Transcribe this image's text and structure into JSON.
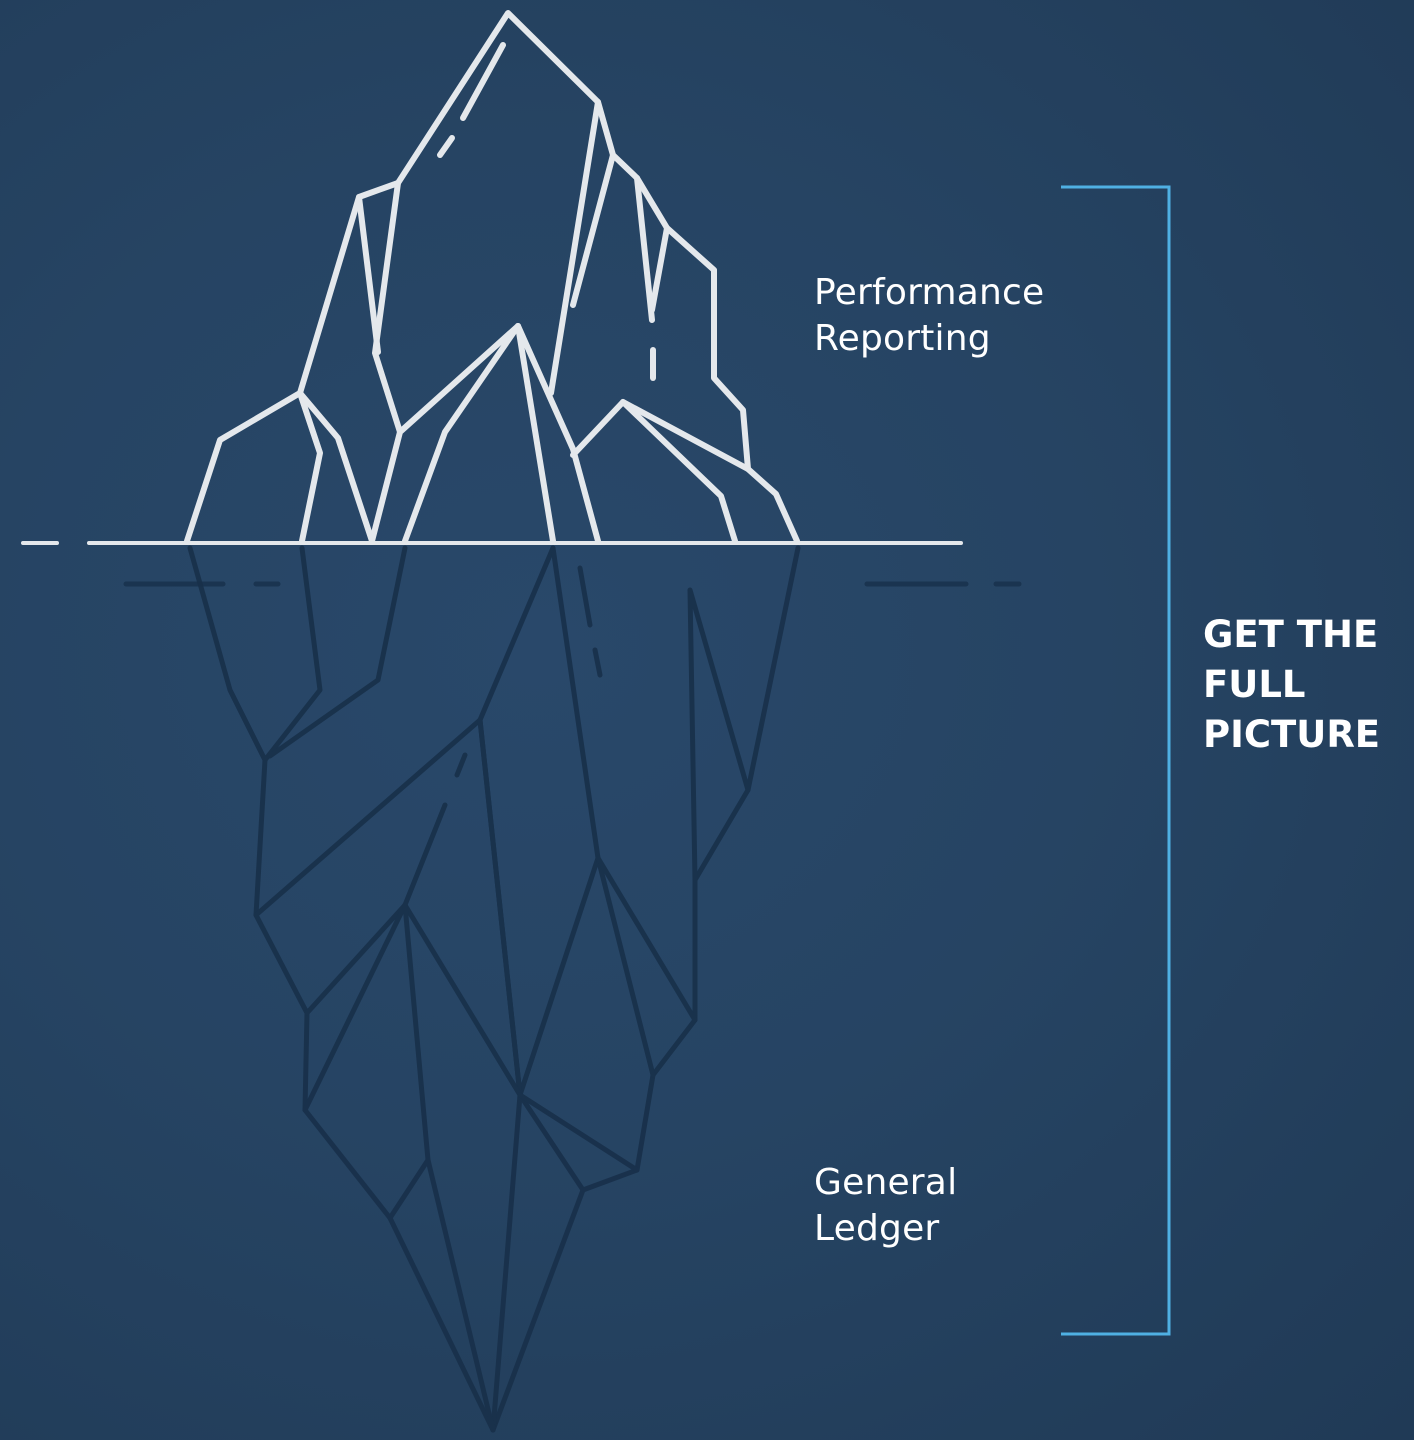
{
  "tip_label": {
    "line1": "Performance",
    "line2": "Reporting"
  },
  "base_label": {
    "line1": "General",
    "line2": "Ledger"
  },
  "bracket_label": {
    "line1": "GET THE",
    "line2": "FULL",
    "line3": "PICTURE"
  },
  "colors": {
    "background": "#264463",
    "iceberg_above": "#e4e8ec",
    "iceberg_below": "#18304a",
    "bracket": "#4fb0e3",
    "text": "#ffffff"
  }
}
